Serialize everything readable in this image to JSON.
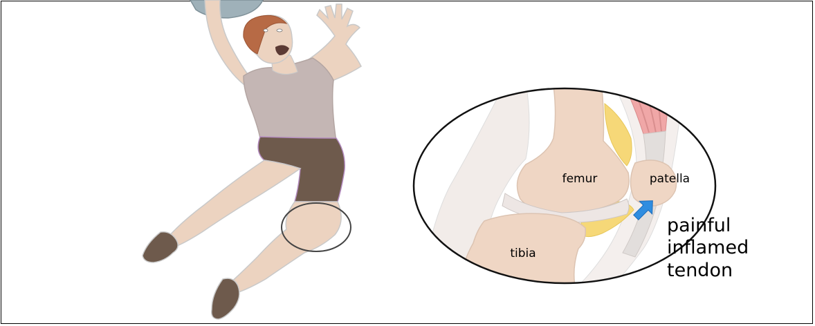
{
  "labels": {
    "femur": "femur",
    "patella": "patella",
    "tibia": "tibia",
    "callout": [
      "painful",
      "inflamed",
      "tendon"
    ]
  },
  "colors": {
    "skin": "#ecd3c0",
    "skin_outline": "#c9c9c9",
    "shirt": "#c4b6b4",
    "shorts": "#6e5a4c",
    "shoes": "#6e5a4c",
    "hair": "#b76a45",
    "ball": "#9fb1b9",
    "bone": "#efd6c4",
    "cartilage": "#ede6e4",
    "fat_pad": "#f6d878",
    "muscle": "#f0a7a7",
    "arrow": "#2f8de0"
  },
  "icons": {
    "callout_arrow": "arrow-up-left-icon",
    "magnifier_ring": "circle-outline"
  }
}
